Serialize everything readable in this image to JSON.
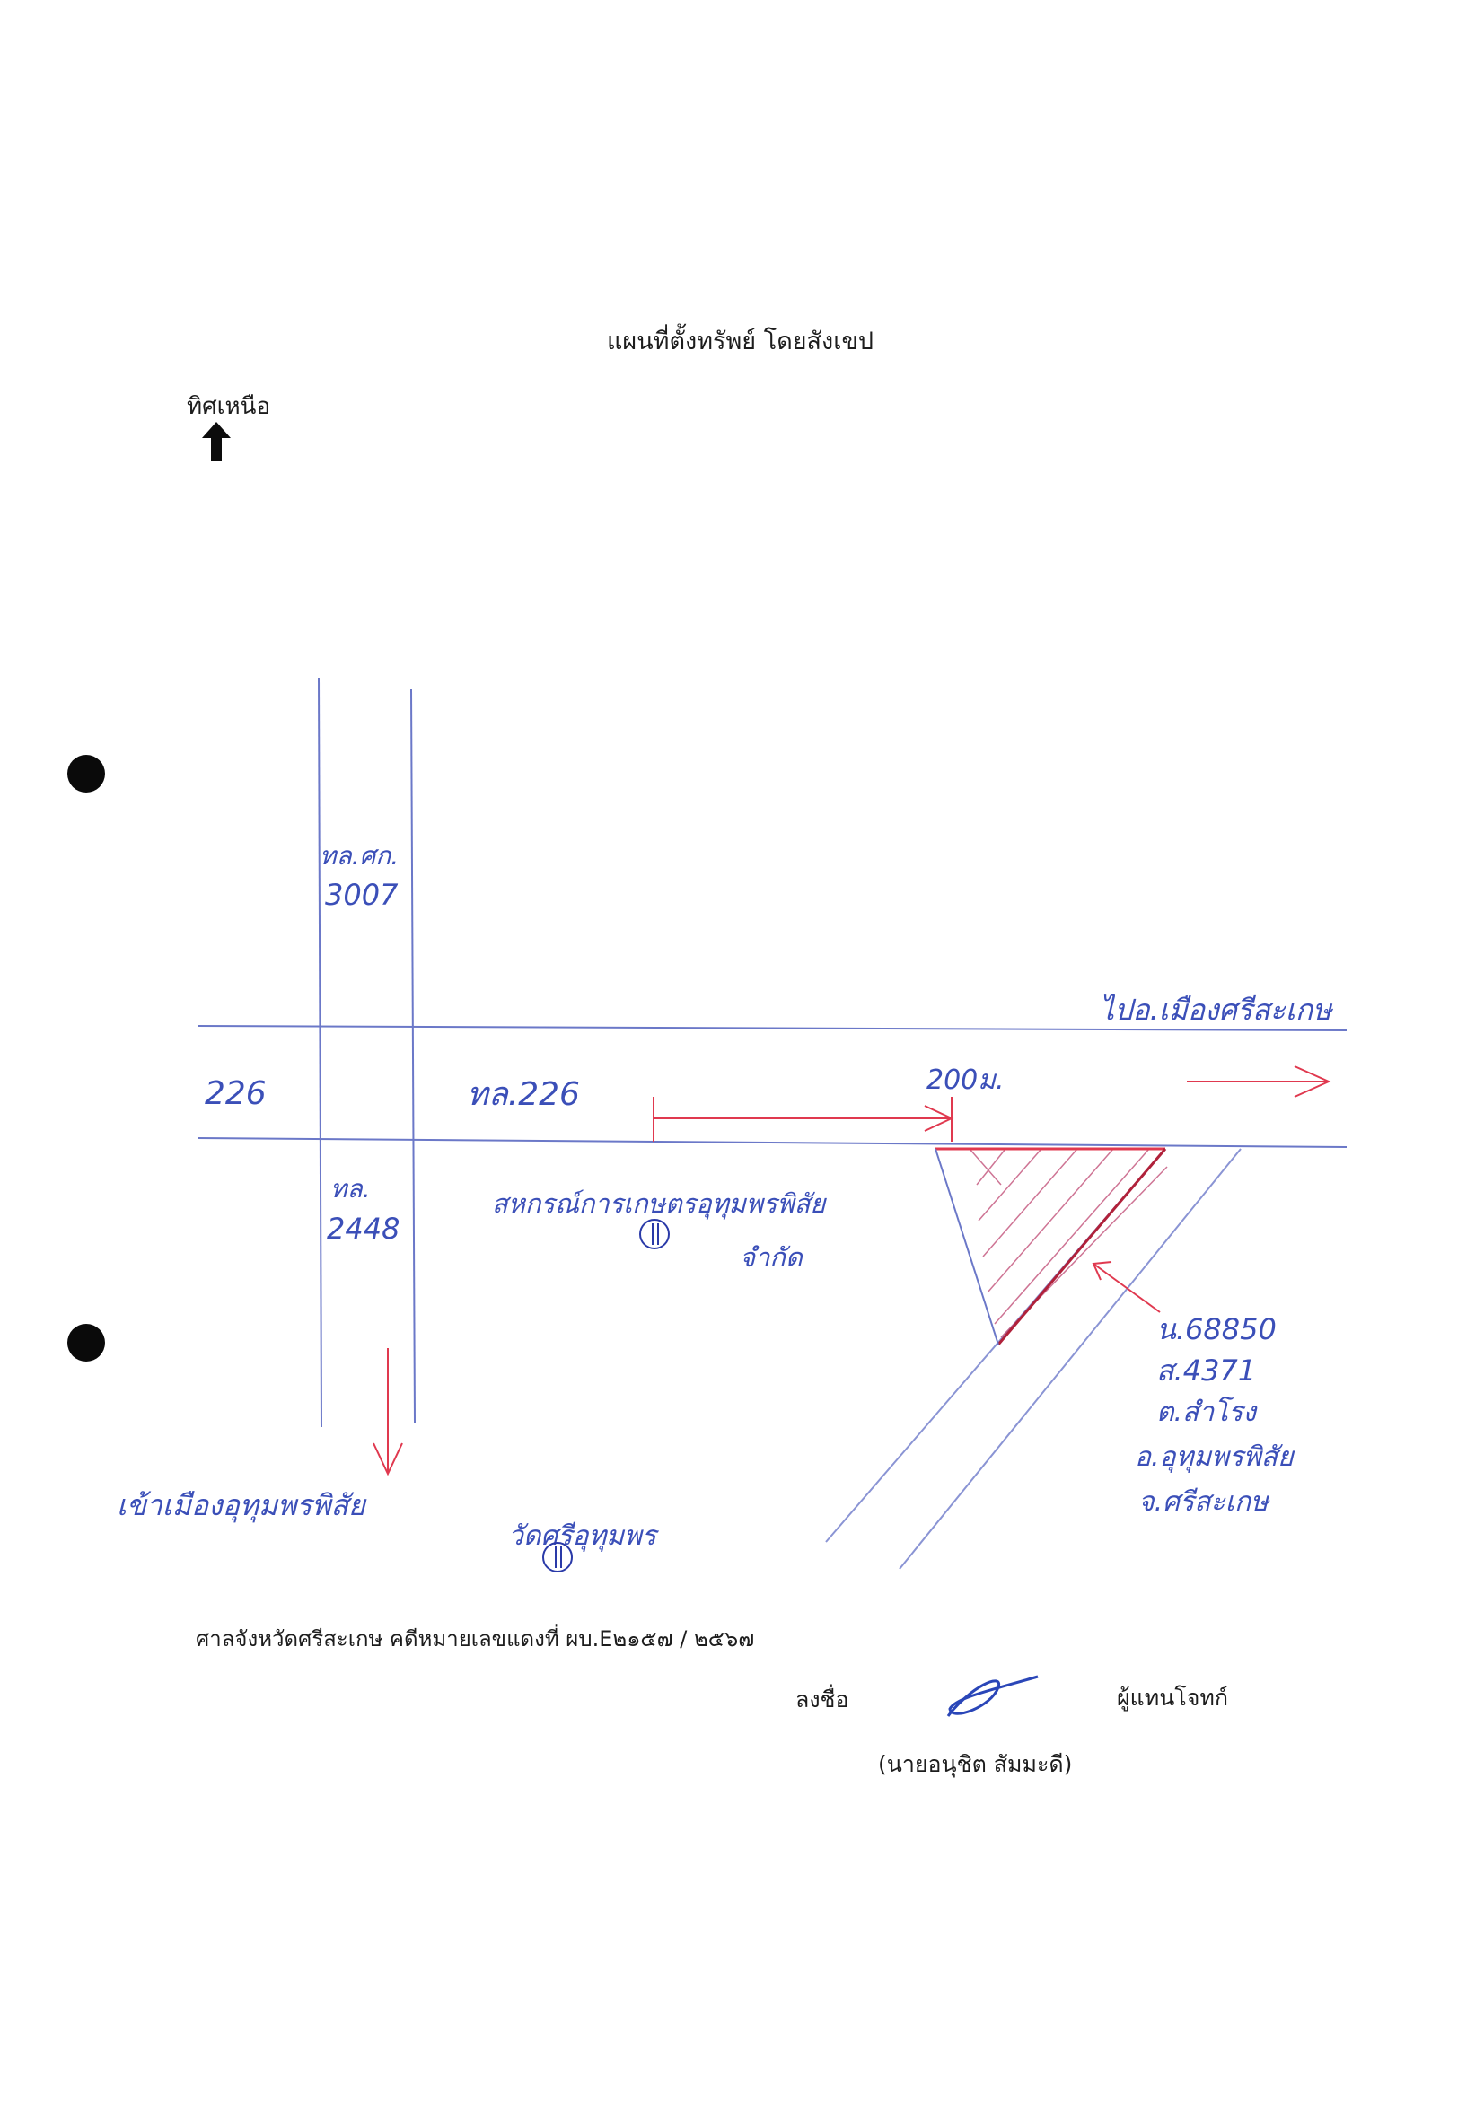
{
  "document": {
    "title": "แผนที่ตั้งทรัพย์ โดยสังเขป",
    "north_label": "ทิศเหนือ",
    "court_line": "ศาลจังหวัดศรีสะเกษ  คดีหมายเลขแดงที่ ผบ.E๒๑๕๗ / ๒๕๖๗",
    "sign_label": "ลงชื่อ",
    "role": "ผู้แทนโจทก์",
    "signer_name": "(นายอนุชิต  สัมมะดี)"
  },
  "map": {
    "road_vertical_north": [
      "ทล.ศก.",
      "3007"
    ],
    "road_vertical_south": [
      "ทล.",
      "2448"
    ],
    "road_number_left": "226",
    "road_main": "ทล.226",
    "distance": "200ม.",
    "to_sisaket": "ไปอ.เมืองศรีสะเกษ",
    "to_uthumphon": "เข้าเมืองอุทุมพรพิสัย",
    "coop": [
      "สหกรณ์การเกษตรอุทุมพรพิสัย",
      "จำกัด"
    ],
    "temple": "วัดศรีอุทุมพร",
    "parcel": [
      "น.68850",
      "ส.4371",
      "ต.สำโรง",
      "อ.อุทุมพรพิสัย",
      "จ.ศรีสะเกษ"
    ]
  },
  "colors": {
    "road_line": "#6b78c8",
    "red_ink": "#e0394f",
    "dark_red_ink": "#b0213a",
    "blue_ink": "#3b4fb8",
    "hatch": "#c2527a"
  },
  "icons": [
    "north-arrow-icon",
    "punch-hole-icon",
    "temple-symbol-icon",
    "signature"
  ]
}
